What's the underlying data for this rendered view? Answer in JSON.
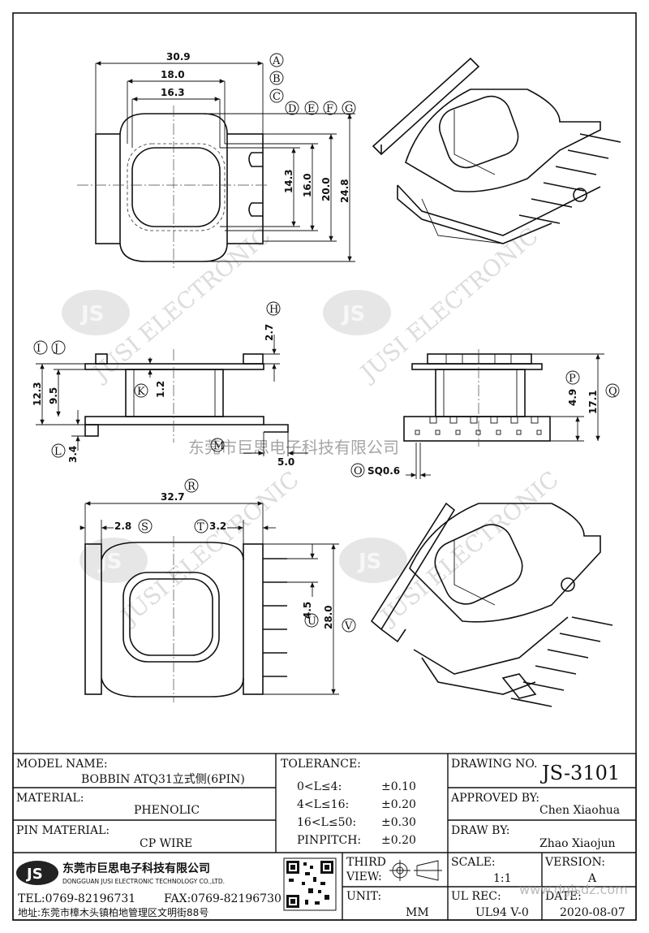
{
  "views": {
    "top": {
      "dims": {
        "A": "30.9",
        "B": "18.0",
        "C": "16.3",
        "D": "14.3",
        "E": "16.0",
        "F": "20.0",
        "G": "24.8"
      },
      "labels": [
        "A",
        "B",
        "C",
        "D",
        "E",
        "F",
        "G"
      ]
    },
    "front": {
      "dims": {
        "H": "2.7",
        "I": "12.3",
        "J": "9.5",
        "K": "1.2",
        "L": "3.4",
        "M": "5.0"
      },
      "labels": [
        "H",
        "I",
        "J",
        "K",
        "L",
        "M"
      ]
    },
    "side": {
      "dims": {
        "P": "4.9",
        "Q": "17.1",
        "O": "SQ0.6"
      },
      "labels": [
        "P",
        "Q",
        "O"
      ]
    },
    "bottom": {
      "dims": {
        "R": "32.7",
        "S": "2.8",
        "T": "3.2",
        "U": "4.5",
        "V": "28.0"
      },
      "labels": [
        "R",
        "S",
        "T",
        "U",
        "V"
      ]
    }
  },
  "watermark": {
    "company_line": "东莞市巨思电子科技有限公司",
    "logo": "JS",
    "text": "JUSI ELECTRONIC"
  },
  "title_block": {
    "model_name_label": "MODEL NAME:",
    "model_name_value": "BOBBIN ATQ31立式侧(6PIN)",
    "material_label": "MATERIAL:",
    "material_value": "PHENOLIC",
    "pin_material_label": "PIN MATERIAL:",
    "pin_material_value": "CP WIRE",
    "tolerance_label": "TOLERANCE:",
    "tolerances": [
      {
        "range": "0<L≤4:",
        "value": "±0.10"
      },
      {
        "range": "4<L≤16:",
        "value": "±0.20"
      },
      {
        "range": "16<L≤50:",
        "value": "±0.30"
      },
      {
        "range": "PINPITCH:",
        "value": "±0.20"
      }
    ],
    "drawing_no_label": "DRAWING NO.",
    "drawing_no_value": "JS-3101",
    "approved_by_label": "APPROVED BY:",
    "approved_by_value": "Chen Xiaohua",
    "draw_by_label": "DRAW BY:",
    "draw_by_value": "Zhao Xiaojun",
    "company_logo": "JS",
    "company_cn": "东莞市巨思电子科技有限公司",
    "company_en": "DONGGUAN JUSI ELECTRONIC TECHNOLOGY CO.,LTD.",
    "tel": "TEL:0769-82196731",
    "fax": "FAX:0769-82196730",
    "address": "地址:东莞市樟木头镇柏地管理区文明街88号",
    "third_view_label_1": "THIRD",
    "third_view_label_2": "VIEW:",
    "unit_label": "UNIT:",
    "unit_value": "MM",
    "scale_label": "SCALE:",
    "scale_value": "1:1",
    "version_label": "VERSION:",
    "version_value": "A",
    "ul_rec_label": "UL REC:",
    "ul_rec_value": "UL94 V-0",
    "date_label": "DATE:",
    "date_value": "2020-08-07",
    "site_watermark": "www.dgjsdz.com"
  }
}
